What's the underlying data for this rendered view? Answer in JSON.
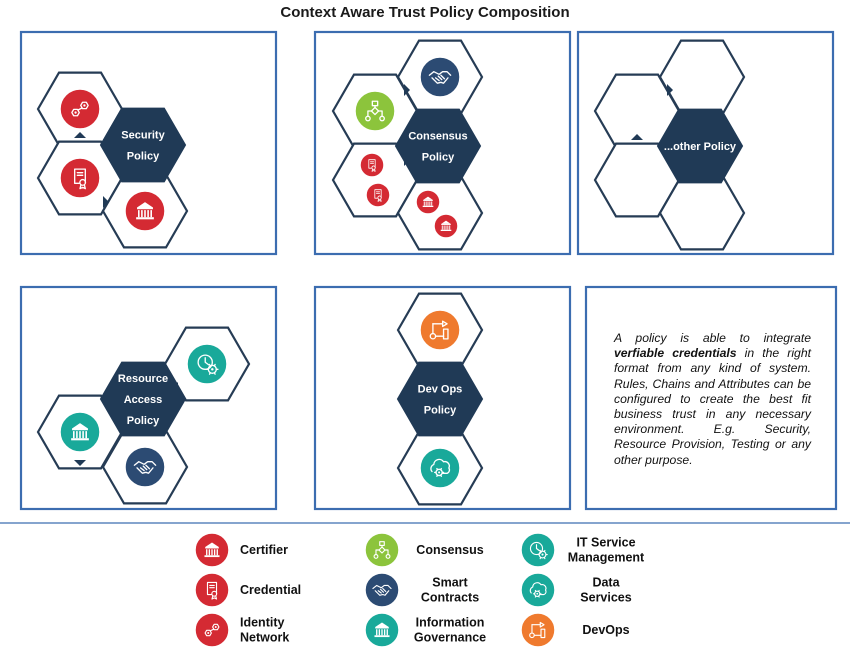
{
  "title": "Context Aware Trust Policy Composition",
  "colors": {
    "red": "#d42a33",
    "navy": "#203a56",
    "blue": "#2c4b73",
    "green": "#8cc43c",
    "teal": "#19a99a",
    "orange": "#ef7a2e",
    "frame": "#3c6db0"
  },
  "policies": {
    "security": [
      "Security",
      "Policy"
    ],
    "consensus": [
      "Consensus",
      "Policy"
    ],
    "other": [
      "...other Policy"
    ],
    "resource": [
      "Resource",
      "Access",
      "Policy"
    ],
    "devops": [
      "Dev Ops",
      "Policy"
    ]
  },
  "description": {
    "before": "A policy is able to integrate ",
    "bold": "verfiable credentials",
    "after": " in the right format from any kind of system. Rules, Chains and Attributes can be configured to create the best fit business trust in any necessary environment. E.g. Security, Resource Provision, Testing or any other purpose."
  },
  "legend": [
    {
      "icon": "institution-icon",
      "color": "red",
      "label": [
        "Certifier"
      ]
    },
    {
      "icon": "certificate-icon",
      "color": "red",
      "label": [
        "Credential"
      ]
    },
    {
      "icon": "network-icon",
      "color": "red",
      "label": [
        "Identity",
        "Network"
      ]
    },
    {
      "icon": "flowchart-icon",
      "color": "green",
      "label": [
        "Consensus"
      ]
    },
    {
      "icon": "handshake-icon",
      "color": "blue",
      "label": [
        "Smart",
        "Contracts"
      ]
    },
    {
      "icon": "institution-icon",
      "color": "teal",
      "label": [
        "Information",
        "Governance"
      ]
    },
    {
      "icon": "clock-gear-icon",
      "color": "teal",
      "label": [
        "IT Service",
        "Management"
      ]
    },
    {
      "icon": "cloud-gear-icon",
      "color": "teal",
      "label": [
        "Data",
        "Services"
      ]
    },
    {
      "icon": "pipeline-icon",
      "color": "orange",
      "label": [
        "DevOps"
      ]
    }
  ]
}
